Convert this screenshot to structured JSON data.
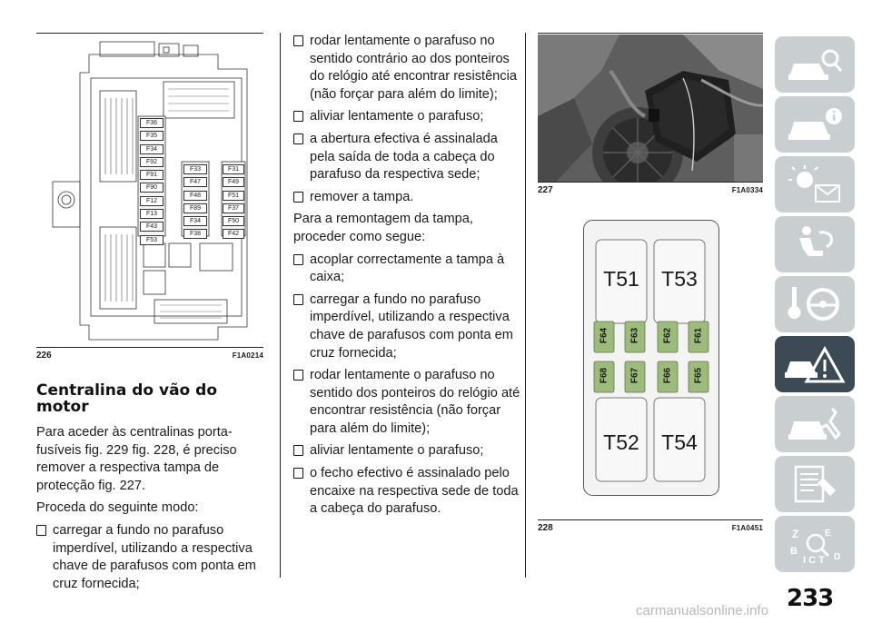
{
  "figures": {
    "fig226": {
      "number": "226",
      "code": "F1A0214"
    },
    "fig227": {
      "number": "227",
      "code": "F1A0334"
    },
    "fig228": {
      "number": "228",
      "code": "F1A0451"
    }
  },
  "fusebox_labels": {
    "left_column": [
      "F36",
      "F35",
      "F34",
      "F92",
      "F91",
      "F90",
      "F12",
      "F13",
      "F43",
      "F53"
    ],
    "mid_column": [
      "F33",
      "F47",
      "F48",
      "F89",
      "F34",
      "F38"
    ],
    "right_column": [
      "F31",
      "F49",
      "F51",
      "F37",
      "F50",
      "F42"
    ]
  },
  "fig228_labels": {
    "t51": "T51",
    "t53": "T53",
    "t52": "T52",
    "t54": "T54",
    "top_fuses": [
      "F64",
      "F63",
      "F62",
      "F61"
    ],
    "bottom_fuses": [
      "F68",
      "F67",
      "F66",
      "F65"
    ]
  },
  "col1": {
    "heading": "Centralina do vão do motor",
    "para1": "Para aceder às centralinas porta-fusíveis fig. 229 fig. 228, é preciso remover a respectiva tampa de protecção fig. 227.",
    "para2": "Proceda do seguinte modo:",
    "bullet1": "carregar a fundo no parafuso imperdível, utilizando a respectiva chave de parafusos com ponta em cruz fornecida;"
  },
  "col2": {
    "bullets_a": [
      "rodar lentamente o parafuso no sentido contrário ao dos ponteiros do relógio até encontrar resistência (não forçar para além do limite);",
      "aliviar lentamente o parafuso;",
      "a abertura efectiva é assinalada pela saída de toda a cabeça do parafuso da respectiva sede;",
      "remover a tampa."
    ],
    "para": "Para a remontagem da tampa, proceder como segue:",
    "bullets_b": [
      "acoplar correctamente a tampa à caixa;",
      "carregar a fundo no parafuso imperdível, utilizando a respectiva chave de parafusos com ponta em cruz fornecida;",
      "rodar lentamente o parafuso no sentido dos ponteiros do relógio até encontrar resistência (não forçar para além do limite);",
      "aliviar lentamente o parafuso;",
      "o fecho efectivo é assinalado pelo encaixe na respectiva sede de toda a cabeça do parafuso."
    ]
  },
  "tabs": {
    "icons": [
      "car-search-icon",
      "car-info-icon",
      "lights-message-icon",
      "airbag-seat-icon",
      "key-steering-wheel-icon",
      "car-warning-icon",
      "car-wrench-icon",
      "checklist-icon",
      "alphabet-index-icon"
    ],
    "active_index": 5
  },
  "page_number": "233",
  "watermark": "carmanualsonline.info"
}
